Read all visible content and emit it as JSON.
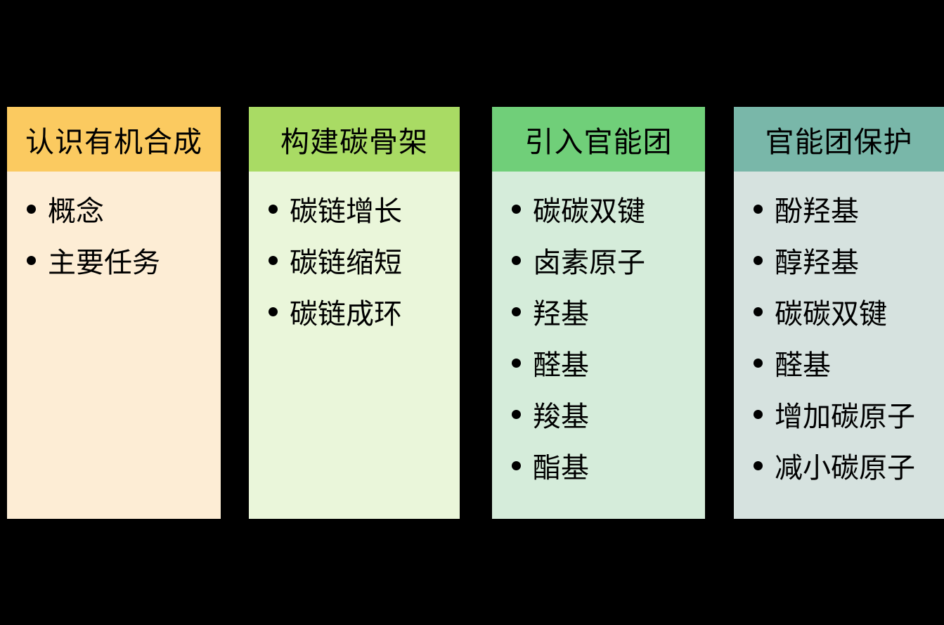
{
  "canvas": {
    "background_color": "#000000",
    "text_color": "#000000",
    "bullet_icon": "circle-dot"
  },
  "columns": [
    {
      "title": "认识有机合成",
      "header_color": "#FBCA60",
      "body_color": "#FDEDD5",
      "items": [
        "概念",
        "主要任务"
      ]
    },
    {
      "title": "构建碳骨架",
      "header_color": "#A9DB64",
      "body_color": "#EAF6DA",
      "items": [
        "碳链增长",
        "碳链缩短",
        "碳链成环"
      ]
    },
    {
      "title": "引入官能团",
      "header_color": "#70CF79",
      "body_color": "#D5ECDA",
      "items": [
        "碳碳双键",
        "卤素原子",
        "羟基",
        "醛基",
        "羧基",
        "酯基"
      ]
    },
    {
      "title": "官能团保护",
      "header_color": "#79B7A9",
      "body_color": "#D6E2DF",
      "items": [
        "酚羟基",
        "醇羟基",
        "碳碳双键",
        "醛基",
        "增加碳原子",
        "减小碳原子"
      ]
    }
  ]
}
